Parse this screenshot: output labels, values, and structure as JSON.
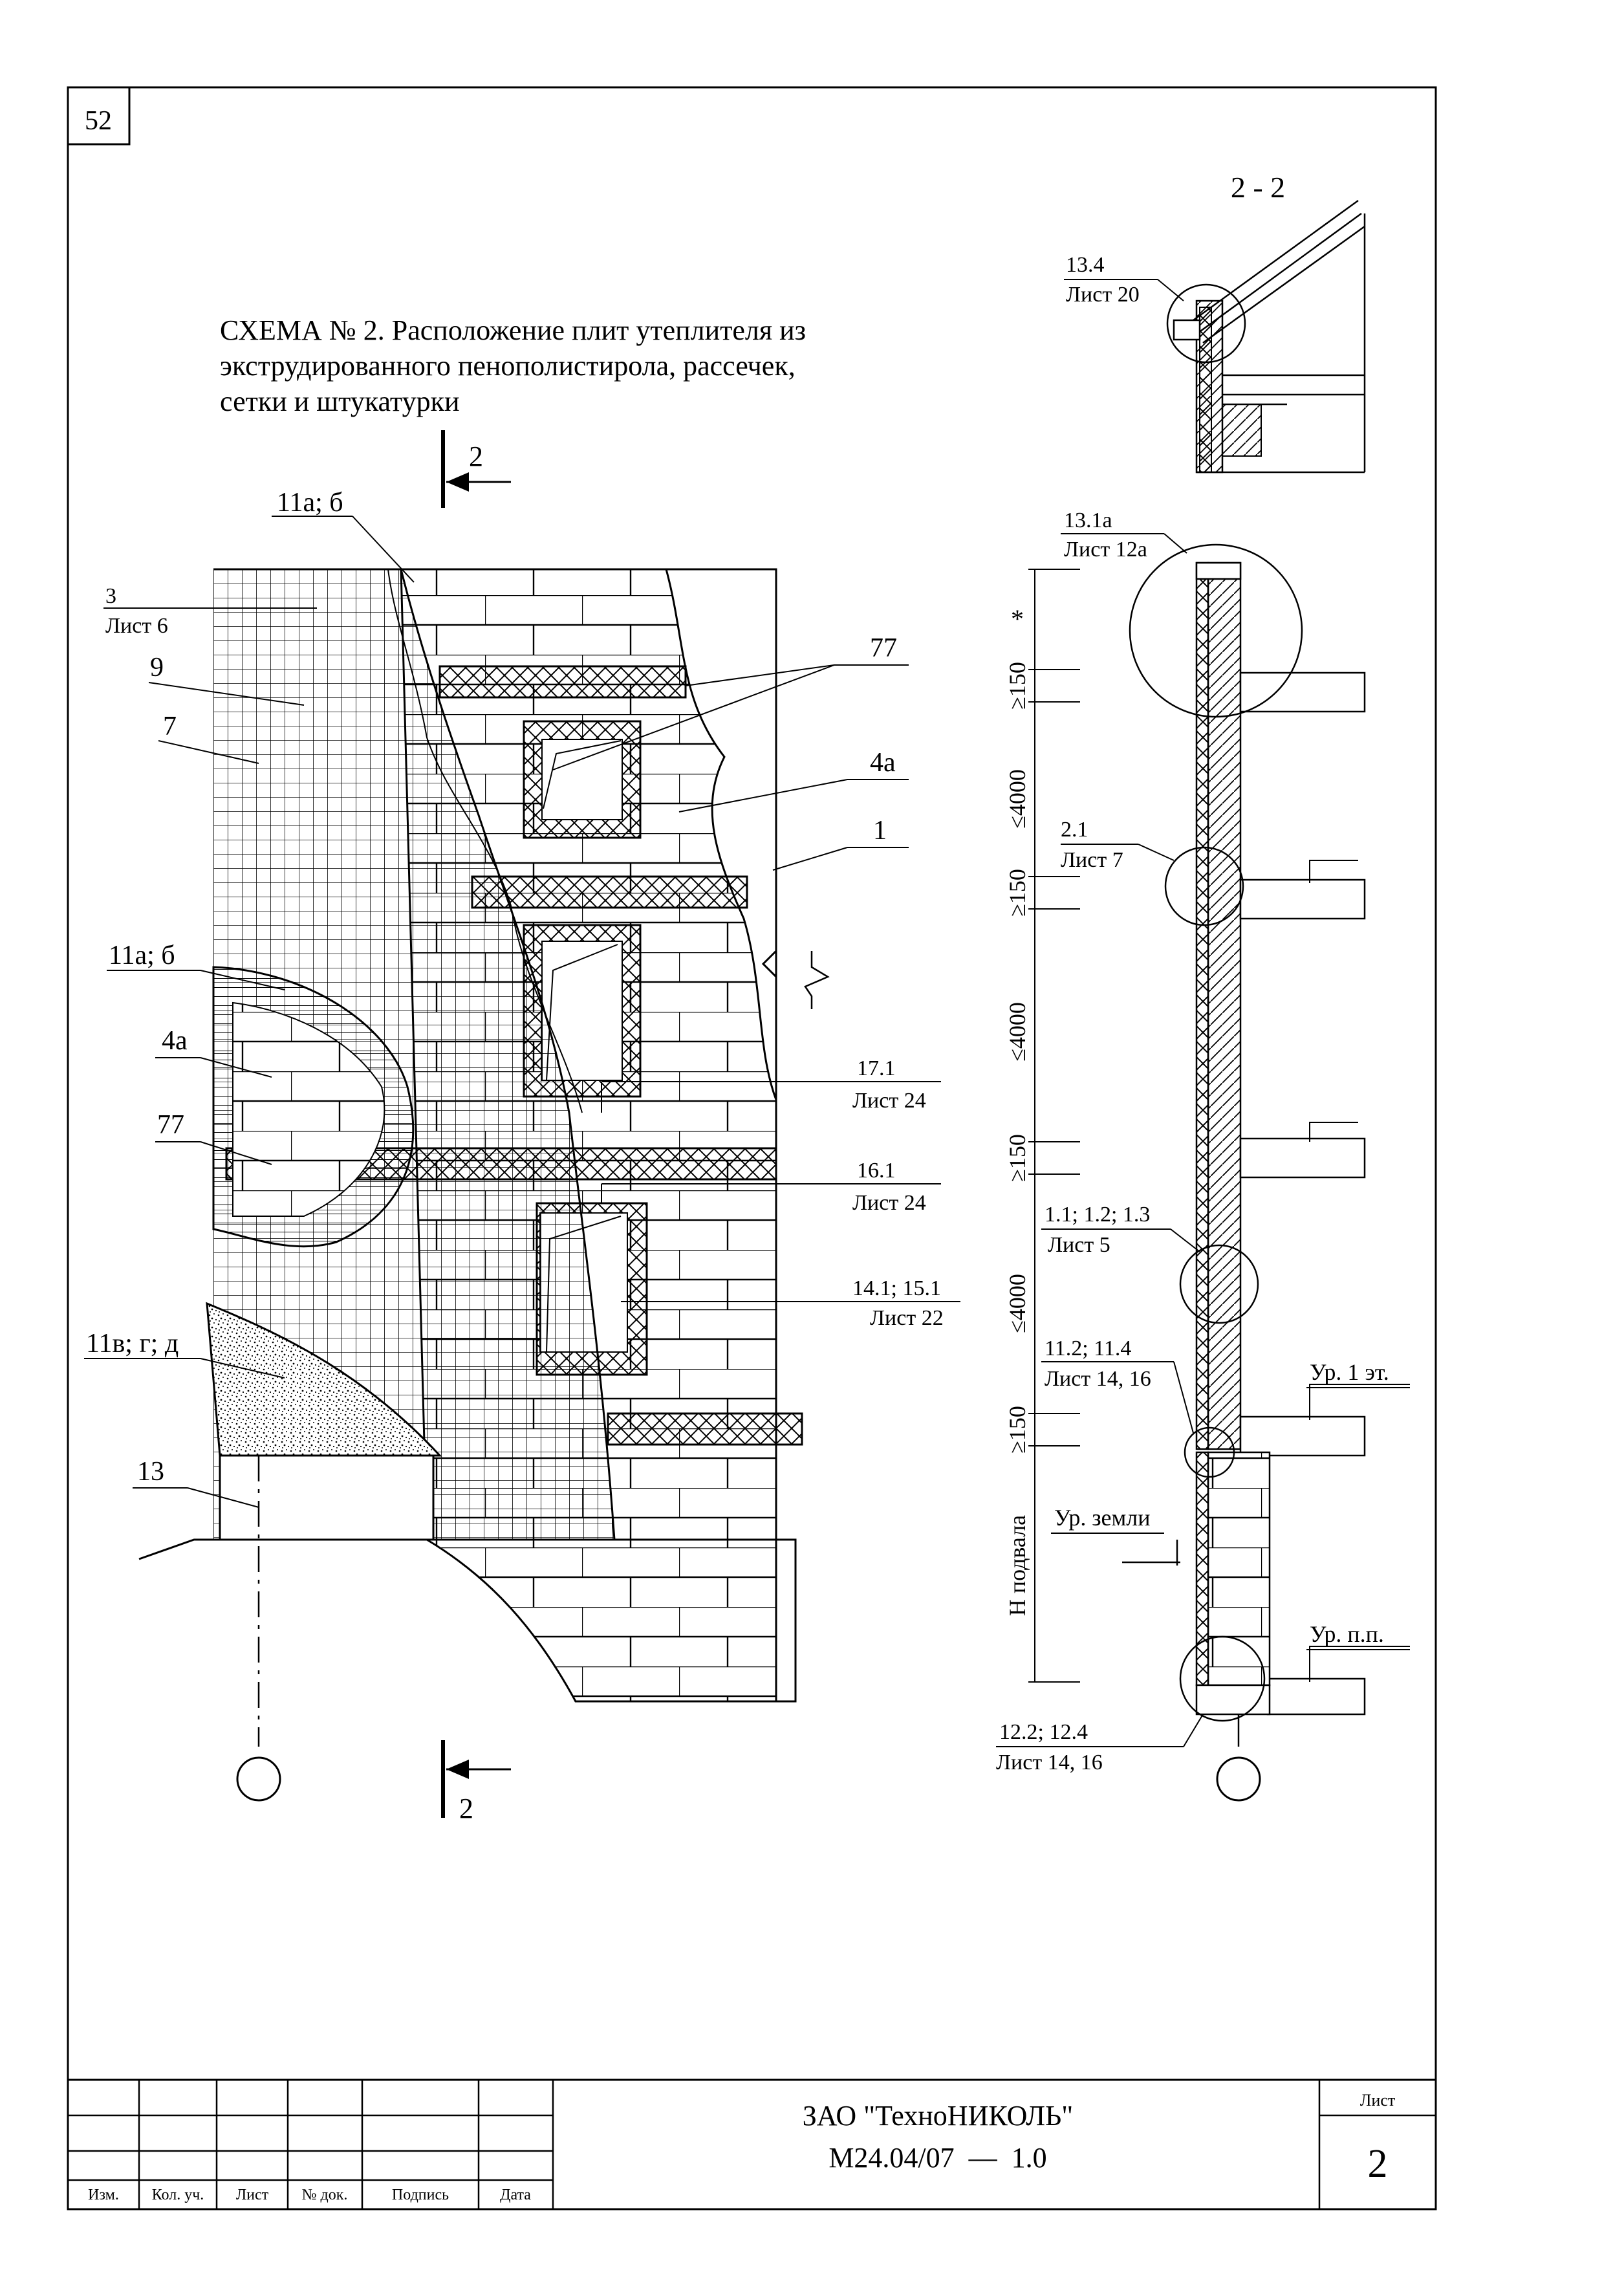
{
  "page_number": "52",
  "title_lines": [
    "СХЕМА № 2. Расположение плит утеплителя из",
    "экструдированного пенополистирола, рассечек,",
    "сетки и штукатурки"
  ],
  "section_marker": "2",
  "section_view_title": "2 - 2",
  "elevation_labels": {
    "l_11ab_top": "11а; б",
    "l_3": "3",
    "l_3_sheet": "Лист 6",
    "l_9": "9",
    "l_7": "7",
    "l_77_top": "77",
    "l_4a_right": "4а",
    "l_1": "1",
    "l_11ab_left": "11а; б",
    "l_4a_left": "4а",
    "l_77_left": "77",
    "l_171": "17.1",
    "l_171_sheet": "Лист 24",
    "l_161": "16.1",
    "l_161_sheet": "Лист 24",
    "l_1415": "14.1; 15.1",
    "l_1415_sheet": "Лист 22",
    "l_11vgd": "11в; г; д",
    "l_13": "13"
  },
  "section_labels": {
    "s_134": "13.4",
    "s_134_sheet": "Лист 20",
    "s_131a": "13.1а",
    "s_131a_sheet": "Лист 12а",
    "s_21": "2.1",
    "s_21_sheet": "Лист 7",
    "s_111213": "1.1; 1.2; 1.3",
    "s_111213_sheet": "Лист 5",
    "s_112114": "11.2; 11.4",
    "s_112114_sheet": "Лист 14, 16",
    "s_122124": "12.2; 12.4",
    "s_122124_sheet": "Лист 14, 16",
    "level_floor1": "Ур. 1 эт.",
    "level_ground": "Ур. земли",
    "level_basement_floor": "Ур. п.п."
  },
  "dimensions": {
    "d_star": "*",
    "d_150_a": "≥150",
    "d_4000_a": "≤4000",
    "d_150_b": "≥150",
    "d_4000_b": "≤4000",
    "d_150_c": "≥150",
    "d_4000_c": "≤4000",
    "d_150_d": "≥150",
    "d_basement": "Н подвала"
  },
  "title_block": {
    "columns": [
      "Изм.",
      "Кол. уч.",
      "Лист",
      "№ док.",
      "Подпись",
      "Дата"
    ],
    "company": "ЗАО \"ТехноНИКОЛЬ\"",
    "code": "М24.04/07  —  1.0",
    "sheet_label": "Лист",
    "sheet_number": "2"
  }
}
